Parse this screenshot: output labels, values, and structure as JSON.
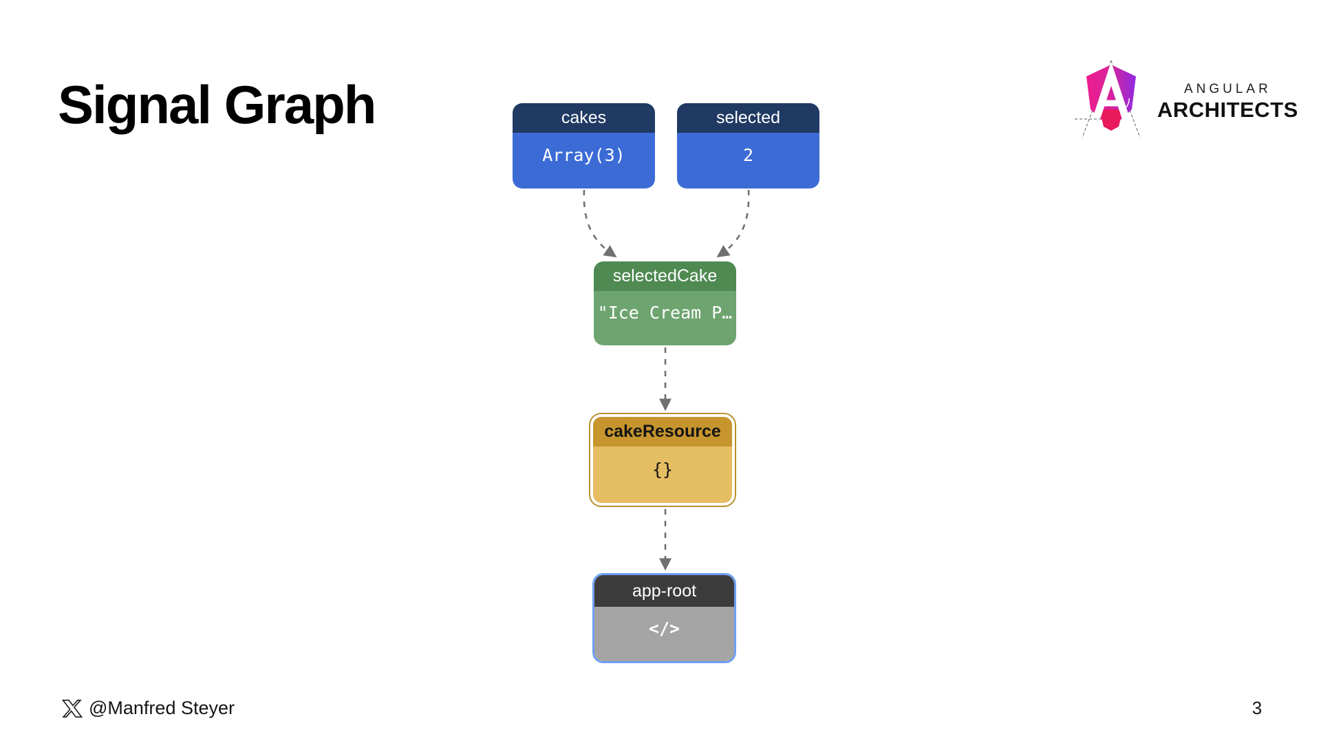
{
  "slide": {
    "title": "Signal Graph",
    "page_number": "3",
    "footer_handle": "@Manfred Steyer",
    "footer_icon": "x-twitter-icon"
  },
  "brand": {
    "line1": "ANGULAR",
    "line2": "ARCHITECTS",
    "icon": "angular-architects-logo",
    "colors": {
      "pink": "#EE1C8E",
      "purple": "#8F2BE0",
      "crimson": "#E8195D"
    }
  },
  "diagram": {
    "edge_color": "#707070",
    "edge_style": "dashed",
    "nodes": [
      {
        "id": "cakes",
        "label": "cakes",
        "value": "Array(3)",
        "header_color": "#203A64",
        "body_color": "#3C6BD6",
        "text_color": "#FFFFFF"
      },
      {
        "id": "selected",
        "label": "selected",
        "value": "2",
        "header_color": "#203A64",
        "body_color": "#3C6BD6",
        "text_color": "#FFFFFF"
      },
      {
        "id": "selectedCake",
        "label": "selectedCake",
        "value": "\"Ice Cream P…",
        "header_color": "#4E8A52",
        "body_color": "#6EA46F",
        "text_color": "#FFFFFF"
      },
      {
        "id": "cakeResource",
        "label": "cakeResource",
        "value": "{}",
        "header_color": "#C6952E",
        "body_color": "#E5BD62",
        "ring_color": "#B8912C",
        "text_color": "#141414"
      },
      {
        "id": "app-root",
        "label": "app-root",
        "value": "</>",
        "header_color": "#3C3C3C",
        "body_color": "#A4A4A4",
        "border_color": "#6C9FF0",
        "text_color": "#FFFFFF"
      }
    ],
    "edges": [
      {
        "from": "cakes",
        "to": "selectedCake"
      },
      {
        "from": "selected",
        "to": "selectedCake"
      },
      {
        "from": "selectedCake",
        "to": "cakeResource"
      },
      {
        "from": "cakeResource",
        "to": "app-root"
      }
    ]
  }
}
